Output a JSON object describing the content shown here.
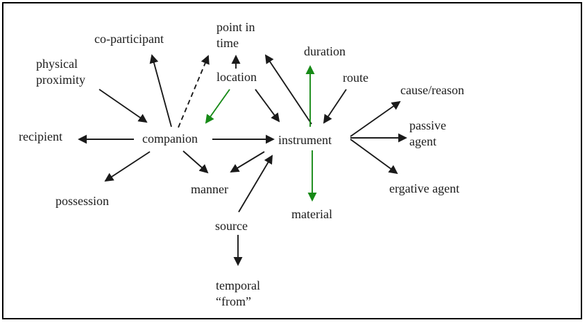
{
  "diagram": {
    "colors": {
      "background": "#ffffff",
      "border": "#000000",
      "text": "#1b1b1b",
      "arrow_black": "#1a1a1a",
      "arrow_green": "#178a17"
    },
    "nodes": {
      "physical_proximity": {
        "label": "physical\nproximity"
      },
      "co_participant": {
        "label": "co-participant"
      },
      "point_in_time": {
        "label": "point in\ntime"
      },
      "location": {
        "label": "location"
      },
      "duration": {
        "label": "duration"
      },
      "route": {
        "label": "route"
      },
      "cause_reason": {
        "label": "cause/reason"
      },
      "passive_agent": {
        "label": "passive\nagent"
      },
      "ergative_agent": {
        "label": "ergative agent"
      },
      "recipient": {
        "label": "recipient"
      },
      "companion": {
        "label": "companion"
      },
      "instrument": {
        "label": "instrument"
      },
      "possession": {
        "label": "possession"
      },
      "manner": {
        "label": "manner"
      },
      "source": {
        "label": "source"
      },
      "material": {
        "label": "material"
      },
      "temporal_from": {
        "label": "temporal\n“from”"
      }
    },
    "edges": [
      {
        "from": "physical proximity",
        "to": "companion",
        "style": "solid",
        "color": "black"
      },
      {
        "from": "companion",
        "to": "co-participant",
        "style": "solid",
        "color": "black"
      },
      {
        "from": "companion",
        "to": "point in time",
        "style": "dashed",
        "color": "black"
      },
      {
        "from": "location",
        "to": "point in time",
        "style": "solid",
        "color": "black"
      },
      {
        "from": "companion",
        "to": "recipient",
        "style": "solid",
        "color": "black"
      },
      {
        "from": "companion",
        "to": "instrument",
        "style": "solid",
        "color": "black"
      },
      {
        "from": "location",
        "to": "companion",
        "style": "solid",
        "color": "green"
      },
      {
        "from": "location",
        "to": "instrument",
        "style": "solid",
        "color": "black"
      },
      {
        "from": "instrument",
        "to": "point in time",
        "style": "solid",
        "color": "black"
      },
      {
        "from": "instrument",
        "to": "duration",
        "style": "solid",
        "color": "green"
      },
      {
        "from": "route",
        "to": "instrument",
        "style": "solid",
        "color": "black"
      },
      {
        "from": "instrument",
        "to": "cause/reason",
        "style": "solid",
        "color": "black"
      },
      {
        "from": "instrument",
        "to": "passive agent",
        "style": "solid",
        "color": "black"
      },
      {
        "from": "instrument",
        "to": "ergative agent",
        "style": "solid",
        "color": "black"
      },
      {
        "from": "instrument",
        "to": "material",
        "style": "solid",
        "color": "green"
      },
      {
        "from": "companion",
        "to": "possession",
        "style": "solid",
        "color": "black"
      },
      {
        "from": "companion",
        "to": "manner",
        "style": "solid",
        "color": "black"
      },
      {
        "from": "instrument",
        "to": "manner",
        "style": "solid",
        "color": "black"
      },
      {
        "from": "source",
        "to": "instrument",
        "style": "solid",
        "color": "black"
      },
      {
        "from": "source",
        "to": "temporal “from”",
        "style": "solid",
        "color": "black"
      }
    ]
  }
}
